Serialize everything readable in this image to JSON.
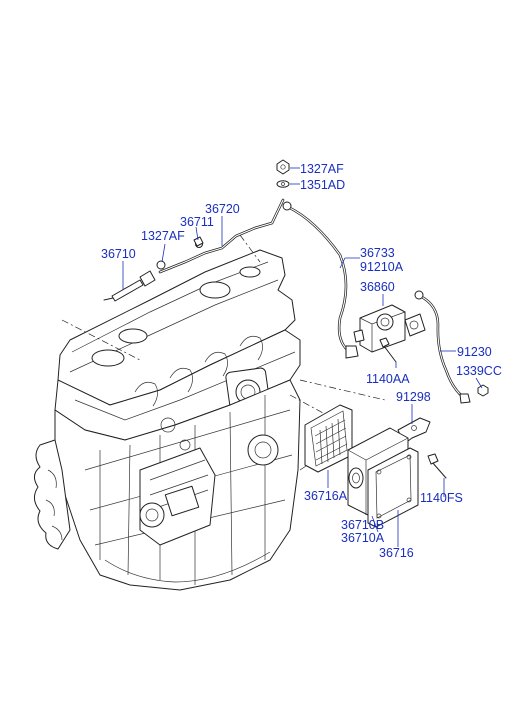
{
  "parts": [
    {
      "id": "p1327af_top",
      "label": "1327AF"
    },
    {
      "id": "p1351ad",
      "label": "1351AD"
    },
    {
      "id": "p36720",
      "label": "36720"
    },
    {
      "id": "p36711",
      "label": "36711"
    },
    {
      "id": "p1327af_left",
      "label": "1327AF"
    },
    {
      "id": "p36710",
      "label": "36710"
    },
    {
      "id": "p36733",
      "label": "36733"
    },
    {
      "id": "p91210a",
      "label": "91210A"
    },
    {
      "id": "p36860",
      "label": "36860"
    },
    {
      "id": "p91230",
      "label": "91230"
    },
    {
      "id": "p1140aa",
      "label": "1140AA"
    },
    {
      "id": "p1339cc",
      "label": "1339CC"
    },
    {
      "id": "p91298",
      "label": "91298"
    },
    {
      "id": "p36716a",
      "label": "36716A"
    },
    {
      "id": "p1140fs",
      "label": "1140FS"
    },
    {
      "id": "p36710b",
      "label": "36710B"
    },
    {
      "id": "p36710a",
      "label": "36710A"
    },
    {
      "id": "p36716",
      "label": "36716"
    }
  ],
  "colors": {
    "label": "#1a2fbf",
    "line_art": "#222222",
    "background": "#ffffff"
  }
}
